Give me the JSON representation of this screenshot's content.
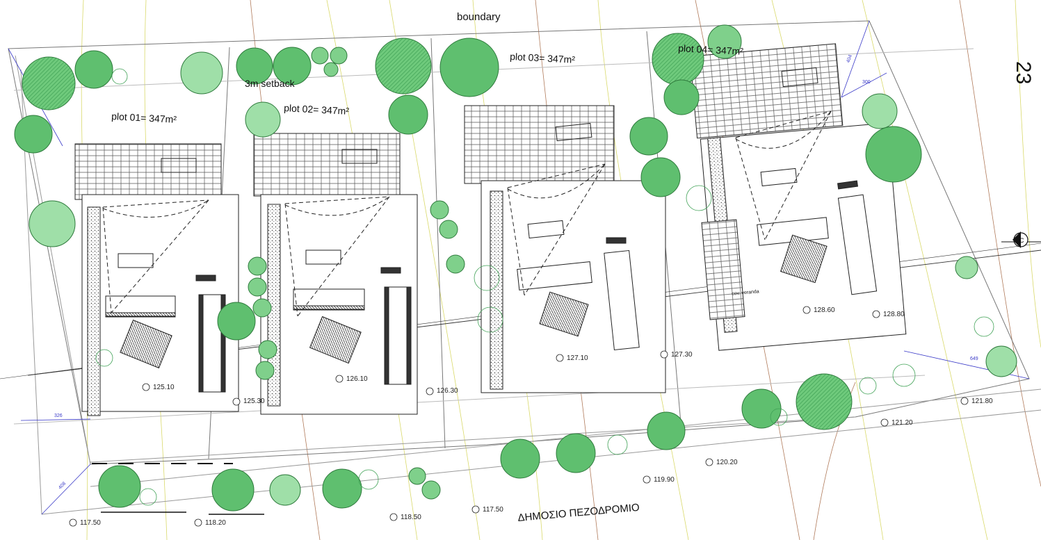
{
  "title_boundary": "boundary",
  "setback_label": "3m setback",
  "plots": [
    {
      "label": "plot 01= 347m²"
    },
    {
      "label": "plot 02= 347m²"
    },
    {
      "label": "plot 03= 347m²"
    },
    {
      "label": "plot 04= 347m²"
    }
  ],
  "street_name": "ΔΗΜΟΣΙΟ ΠΕΖΟΔΡΟΜΙΟ",
  "sheet_number": "23",
  "section_marker": "C",
  "veranda_label": "cov. veranda",
  "levels": [
    "125.10",
    "125.30",
    "126.10",
    "126.30",
    "127.10",
    "127.30",
    "128.60",
    "128.80",
    "117.50",
    "118.20",
    "118.50",
    "117.50",
    "119.90",
    "120.20",
    "121.20",
    "121.80"
  ],
  "dimensions": [
    "326",
    "408",
    "404",
    "300",
    "649"
  ],
  "colors": {
    "tree_fill": "#5fbf6f",
    "tree_dark": "#2e9446",
    "dim_line": "#3a3ac8",
    "contour": "#d9d96a",
    "contour_brown": "#b07a5a"
  }
}
